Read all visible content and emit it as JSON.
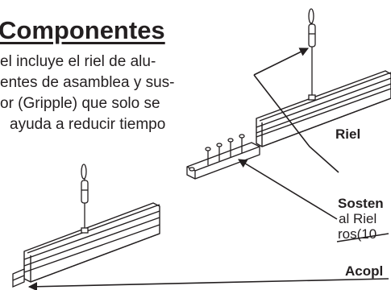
{
  "section": {
    "title": "Componentes",
    "body_lines": [
      "el incluye el riel de alu-",
      "entes de asamblea y sus-",
      "or (Gripple) que solo se",
      "ayuda a reducir tiempo"
    ]
  },
  "callouts": {
    "riel": "Riel",
    "sostenedor_title": "Sosten",
    "sostenedor_line2": "al Riel",
    "sostenedor_line3": "ros(10",
    "acople": "Acopl"
  },
  "figure": {
    "icons": [
      "rail-icon",
      "hanger-wire-icon",
      "gripple-icon",
      "bracket-icon",
      "arrow-icon"
    ],
    "stroke_color": "#231f20"
  }
}
